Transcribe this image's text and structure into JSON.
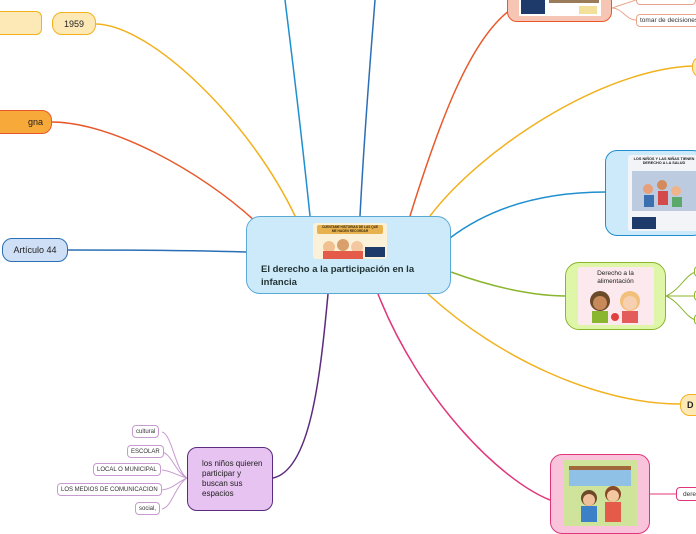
{
  "root": {
    "title": "El derecho a la participación en la infancia",
    "image_text": "CUENTAME HISTORIAS DE LAS QUE ME HACEN RECORDAR"
  },
  "left_nodes": {
    "n1959": "1959",
    "ngna": "gna",
    "articulo": "Artículo 44"
  },
  "purple_node": {
    "text": "los niños quieren participar y buscan sus espacios",
    "leaves": [
      "cultural",
      "ESCOLAR",
      "LOCAL O MUNICIPAL",
      "LOS MEDIOS DE COMUNICACION",
      "social,"
    ]
  },
  "right_nodes": {
    "tomar": "tomar de decisiones",
    "salud_caption": "LOS NIÑOS Y LAS NIÑAS TIENEN DERECHO A LA SALUD",
    "alimentacion_caption": "Derecho a la alimentación",
    "dere": "dere",
    "d_letter": "D"
  },
  "colors": {
    "orange": "#f2b11d",
    "red_orange": "#e8582a",
    "blue": "#1f8fcf",
    "dark_blue": "#2a6fb5",
    "green": "#8ab52e",
    "purple": "#5c2b7d",
    "pink": "#e0357a"
  }
}
